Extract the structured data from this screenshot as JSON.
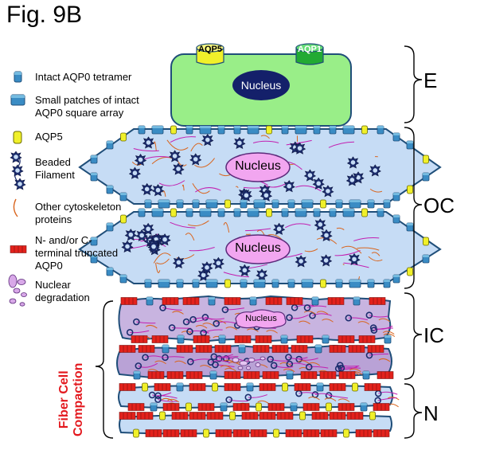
{
  "figure": {
    "title": "Fig. 9B"
  },
  "legend": [
    {
      "icon": "aqp0-tetramer",
      "label": "Intact AQP0 tetramer"
    },
    {
      "icon": "aqp0-square-array",
      "label": "Small patches of intact AQP0 square array"
    },
    {
      "icon": "aqp5",
      "label": "AQP5"
    },
    {
      "icon": "beaded-filament",
      "label": "Beaded Filament"
    },
    {
      "icon": "cytoskeleton",
      "label": "Other cytoskeleton proteins"
    },
    {
      "icon": "truncated-aqp0",
      "label": "N- and/or C- terminal truncated AQP0"
    },
    {
      "icon": "nuclear-degradation",
      "label": "Nuclear degradation"
    }
  ],
  "epithelial_cell": {
    "nucleus_label": "Nucleus",
    "channels": [
      "AQP5",
      "AQP1"
    ]
  },
  "oc_cells": [
    {
      "nucleus_label": "Nucleus"
    },
    {
      "nucleus_label": "Nucleus"
    }
  ],
  "ic_cell": {
    "nucleus_label": "Nucleus"
  },
  "regions": [
    "E",
    "OC",
    "IC",
    "N"
  ],
  "compaction_label": [
    "Fiber Cell",
    "Compaction"
  ],
  "colors": {
    "epithelial": "#99ee88",
    "oc_fill": "#c6dcf5",
    "ic_fill": "#c8b4e0",
    "nucleus": "#f2a6f0",
    "nucleus_dark": "#14206a",
    "outline": "#1f4e79",
    "aqp0": "#3a8cc4",
    "aqp5": "#f0f02a",
    "aqp1": "#22aa33",
    "truncated": "#e3221c",
    "compaction": "#e3181e"
  }
}
